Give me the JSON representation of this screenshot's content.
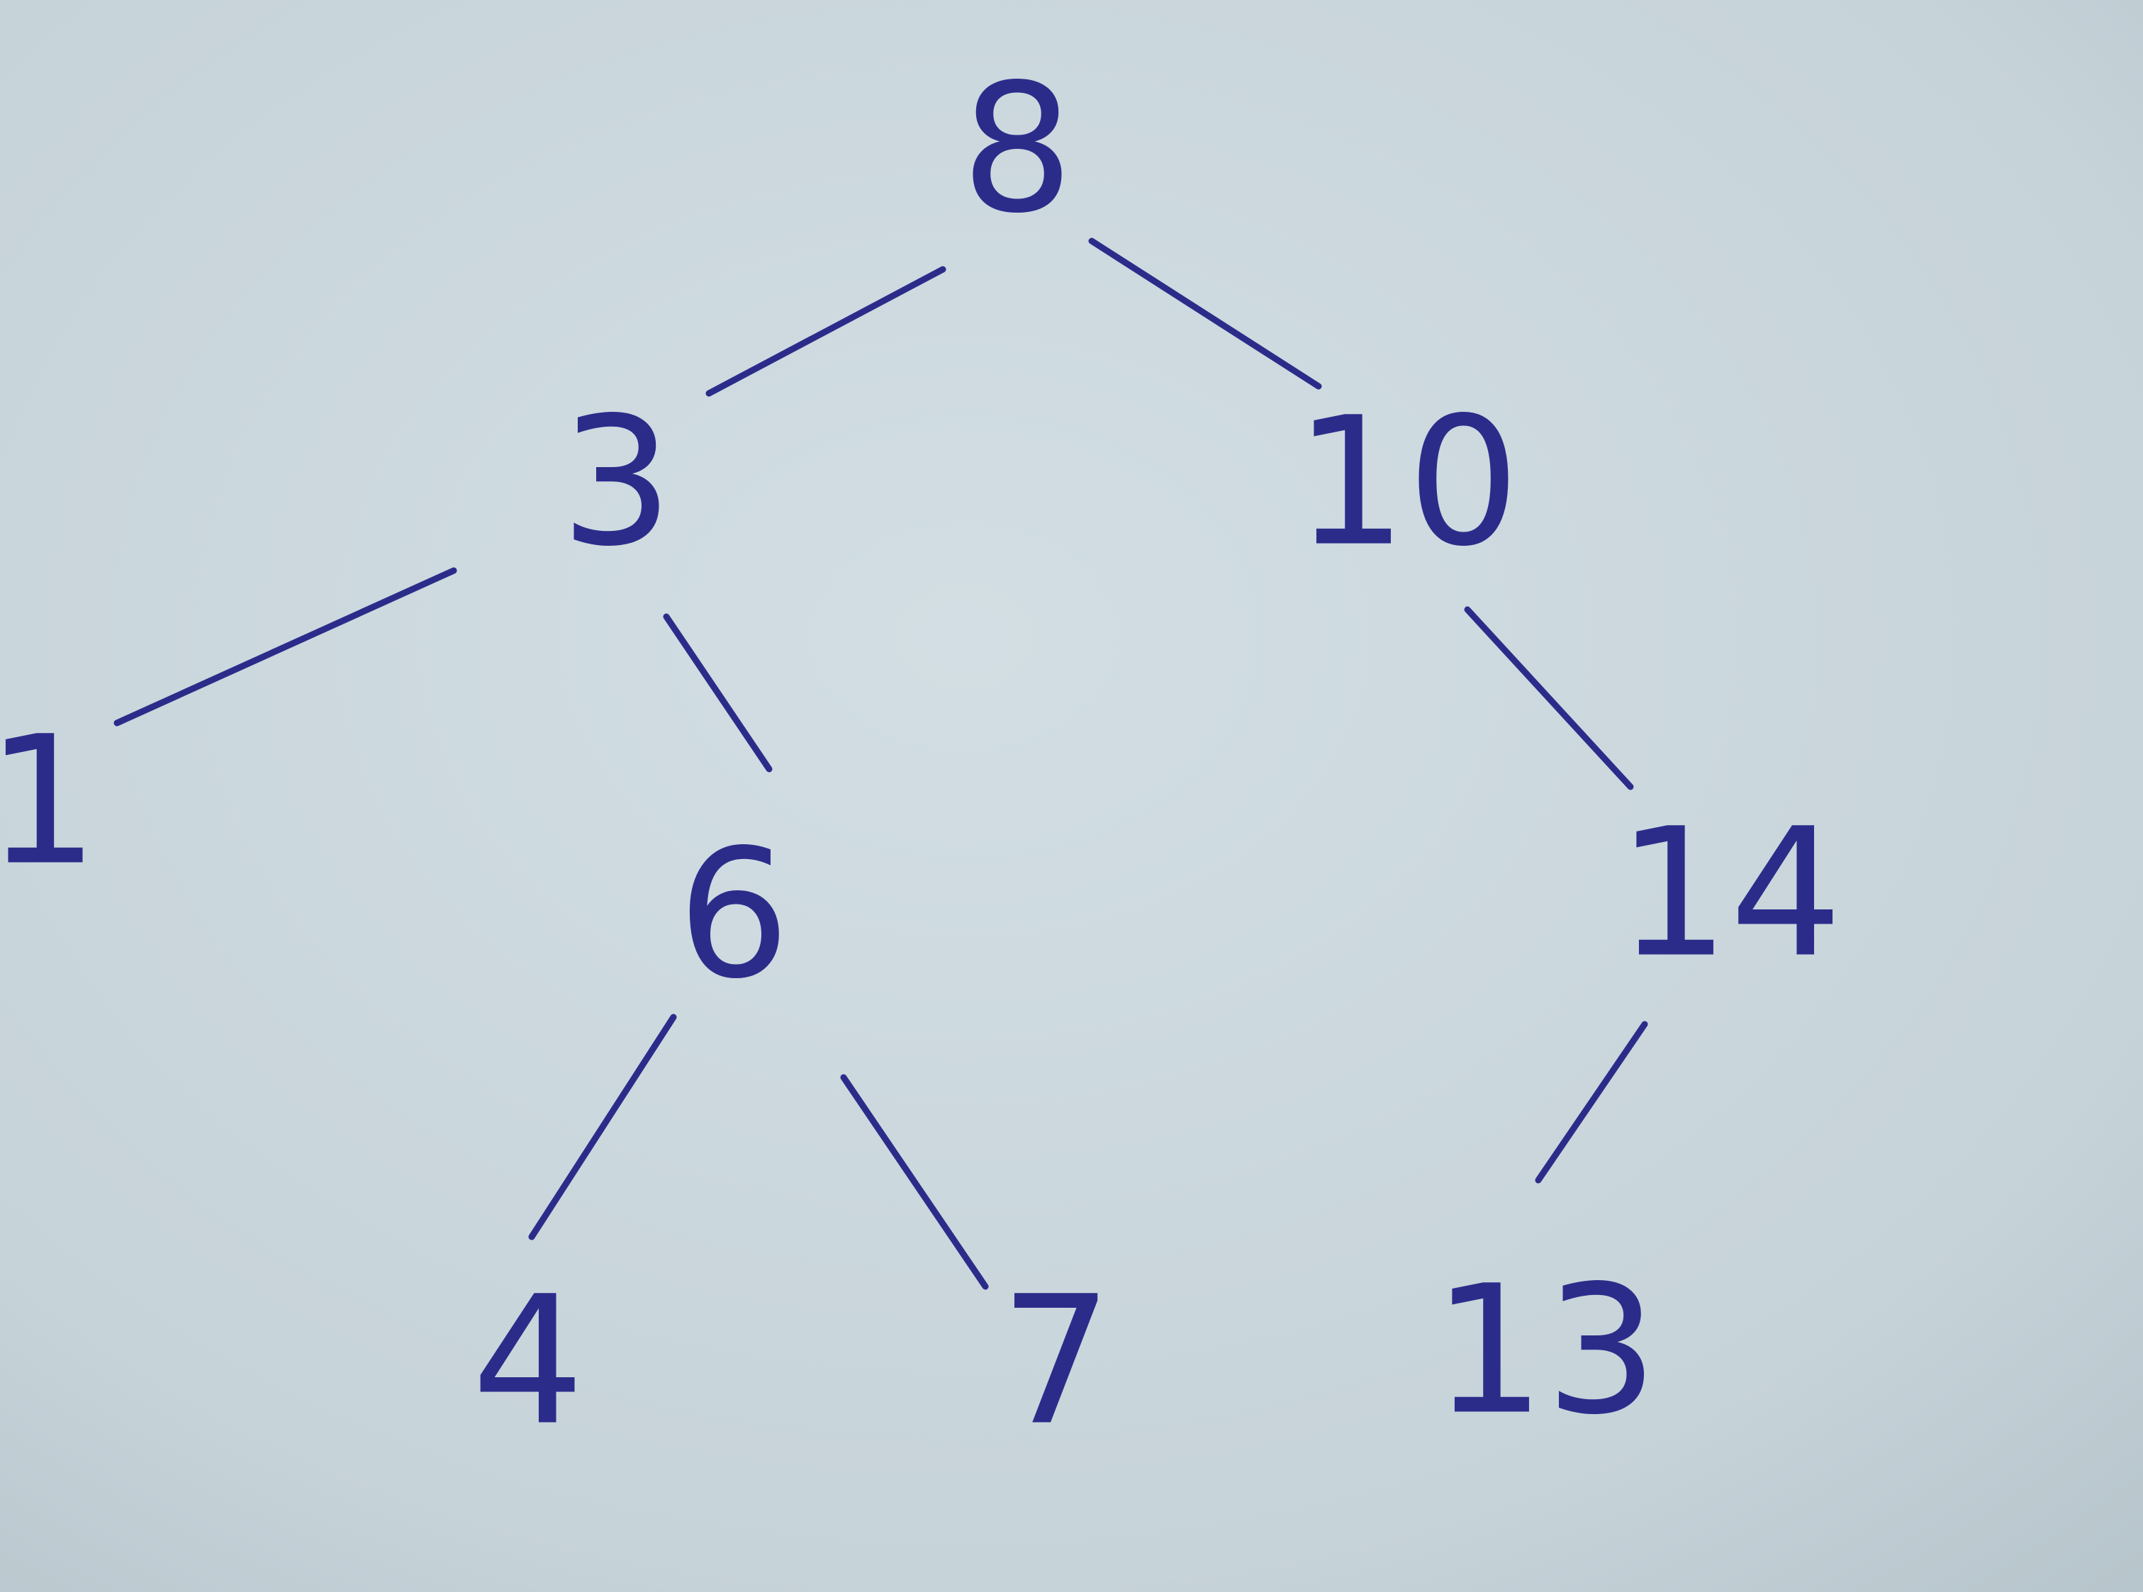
{
  "colors": {
    "paper": "#c9d6db",
    "ink": "#2b2c8a"
  },
  "tree": {
    "nodes": [
      {
        "id": "n8",
        "value": "8"
      },
      {
        "id": "n3",
        "value": "3"
      },
      {
        "id": "n10",
        "value": "10"
      },
      {
        "id": "n1",
        "value": "1"
      },
      {
        "id": "n6",
        "value": "6"
      },
      {
        "id": "n14",
        "value": "14"
      },
      {
        "id": "n4",
        "value": "4"
      },
      {
        "id": "n7",
        "value": "7"
      },
      {
        "id": "n13",
        "value": "13"
      }
    ],
    "edges": [
      {
        "from": "n8",
        "to": "n3"
      },
      {
        "from": "n8",
        "to": "n10"
      },
      {
        "from": "n3",
        "to": "n1"
      },
      {
        "from": "n3",
        "to": "n6"
      },
      {
        "from": "n10",
        "to": "n14"
      },
      {
        "from": "n6",
        "to": "n4"
      },
      {
        "from": "n6",
        "to": "n7"
      },
      {
        "from": "n14",
        "to": "n13"
      }
    ]
  }
}
